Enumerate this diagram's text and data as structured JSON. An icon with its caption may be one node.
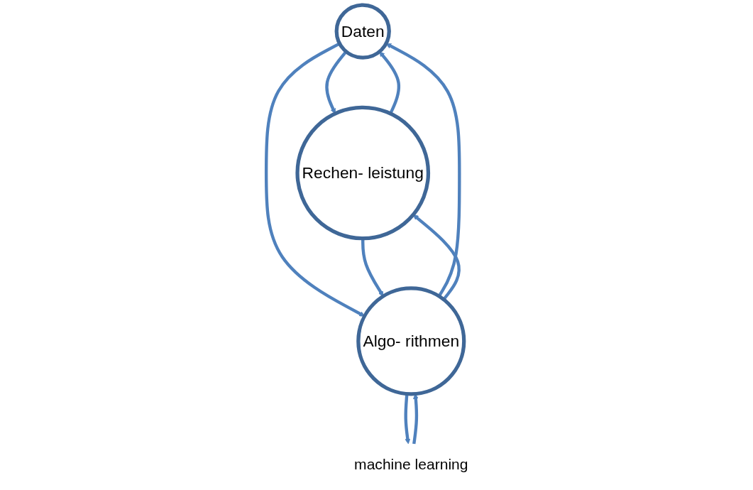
{
  "diagram": {
    "nodes": [
      {
        "text": [
          "Daten"
        ]
      },
      {
        "text": [
          "Rechen- leistung"
        ]
      },
      {
        "text": [
          "Algo- rithmen"
        ]
      },
      {
        "text": [
          "machine learning"
        ]
      }
    ],
    "edges": [
      {
        "from": 0,
        "to": 1,
        "arrow": "to"
      },
      {
        "from": 2,
        "to": 0,
        "arrow": "to"
      },
      {
        "from": 1,
        "to": 0,
        "arrow": "to"
      },
      {
        "from": 0,
        "to": 2,
        "arrow": "to"
      },
      {
        "from": 2,
        "to": 1,
        "arrow": "to"
      },
      {
        "from": 1,
        "to": 2,
        "arrow": "to"
      },
      {
        "from": 2,
        "to": 3,
        "arrow": "to"
      },
      {
        "from": 3,
        "to": 2,
        "arrow": "to"
      }
    ]
  }
}
